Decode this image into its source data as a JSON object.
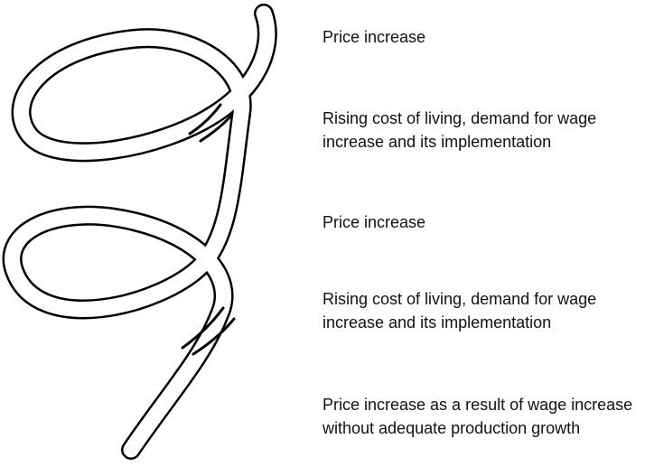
{
  "labels": [
    "Price increase",
    "Rising cost of living, demand for wage increase and its implementation",
    "Price increase",
    "Rising cost of living, demand for wage increase and its implementation",
    "Price increase as a result of wage increase without adequate production growth"
  ],
  "colors": {
    "stroke": "#000000",
    "fill": "#ffffff",
    "text": "#111111"
  }
}
